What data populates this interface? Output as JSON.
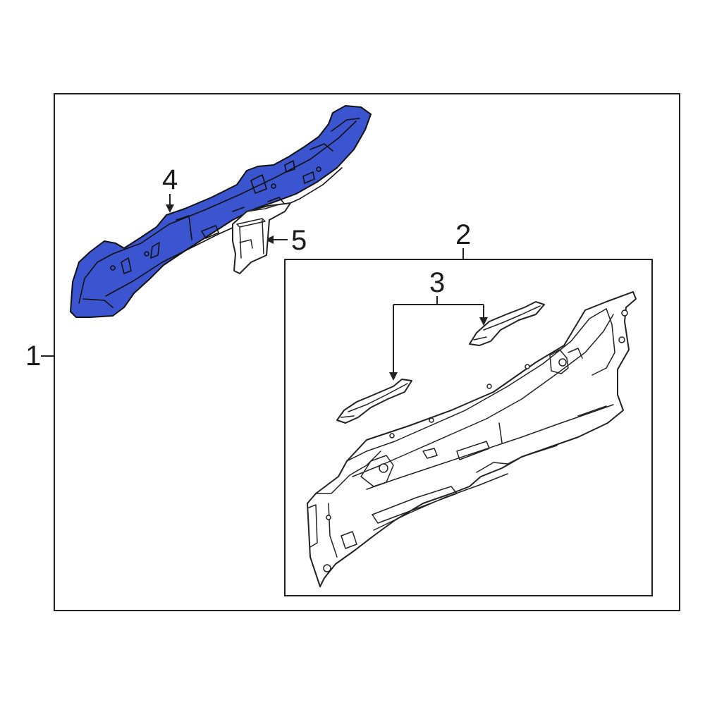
{
  "callouts": {
    "c1": "1",
    "c2": "2",
    "c3": "3",
    "c4": "4",
    "c5": "5"
  },
  "colors": {
    "highlight_part": "#3b55d1",
    "line": "#222222",
    "background": "#ffffff"
  }
}
